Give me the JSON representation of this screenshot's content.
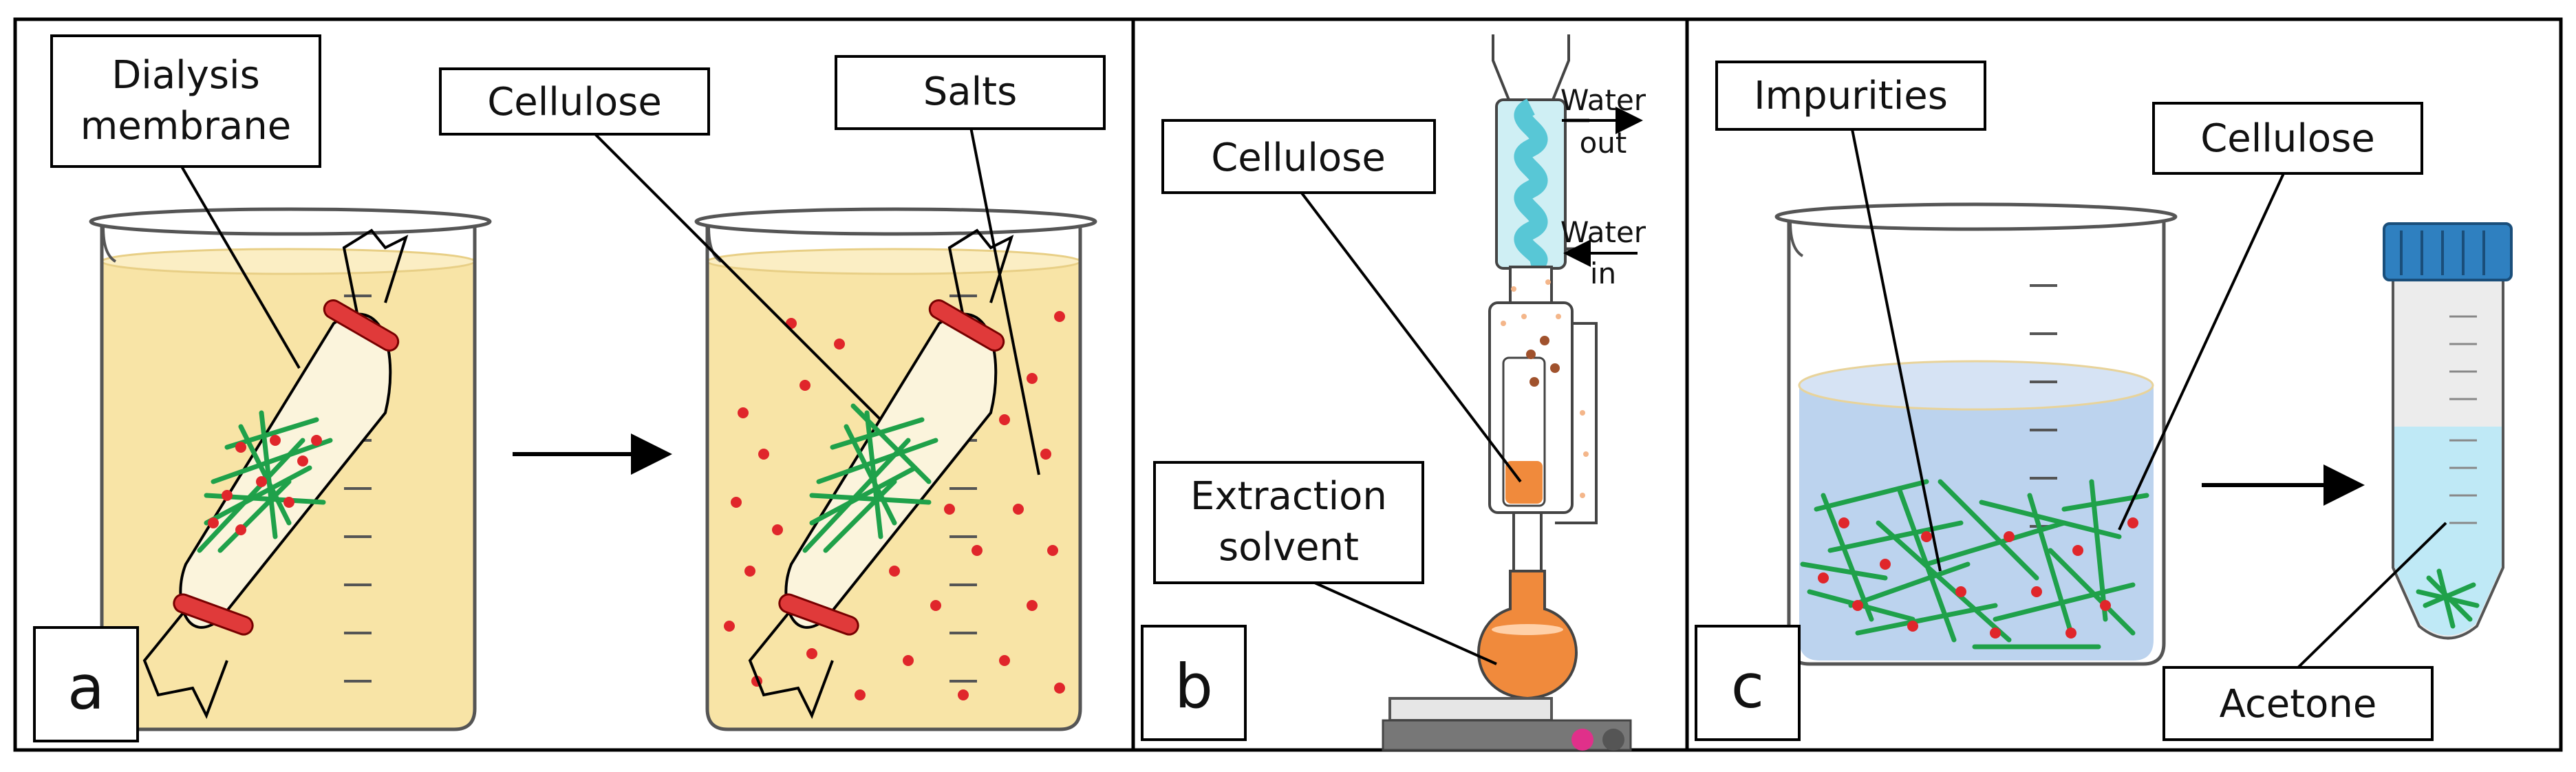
{
  "panels": [
    {
      "letter": "a",
      "labels": {
        "membrane_line1": "Dialysis",
        "membrane_line2": "membrane",
        "cellulose": "Cellulose",
        "salts": "Salts"
      }
    },
    {
      "letter": "b",
      "labels": {
        "cellulose": "Cellulose",
        "solvent_line1": "Extraction",
        "solvent_line2": "solvent",
        "water_out_line1": "Water",
        "water_out_line2": "out",
        "water_in_line1": "Water",
        "water_in_line2": "in"
      }
    },
    {
      "letter": "c",
      "labels": {
        "impurities": "Impurities",
        "cellulose": "Cellulose",
        "acetone": "Acetone"
      }
    }
  ],
  "colors": {
    "liquid_yellow": "#f8e4a6",
    "liquid_blue": "#bcd3ee",
    "cellulose_fiber": "#1fa14a",
    "salt_dot": "#e0262b",
    "clip": "#e03a3a",
    "solvent_orange": "#f08a3c",
    "condenser": "#58c7d6",
    "cap_blue": "#2f80c0"
  },
  "icons": [
    "beaker-icon",
    "dialysis-bag-icon",
    "soxhlet-extractor-icon",
    "hot-plate-icon",
    "centrifuge-tube-icon",
    "arrow-right-icon"
  ]
}
